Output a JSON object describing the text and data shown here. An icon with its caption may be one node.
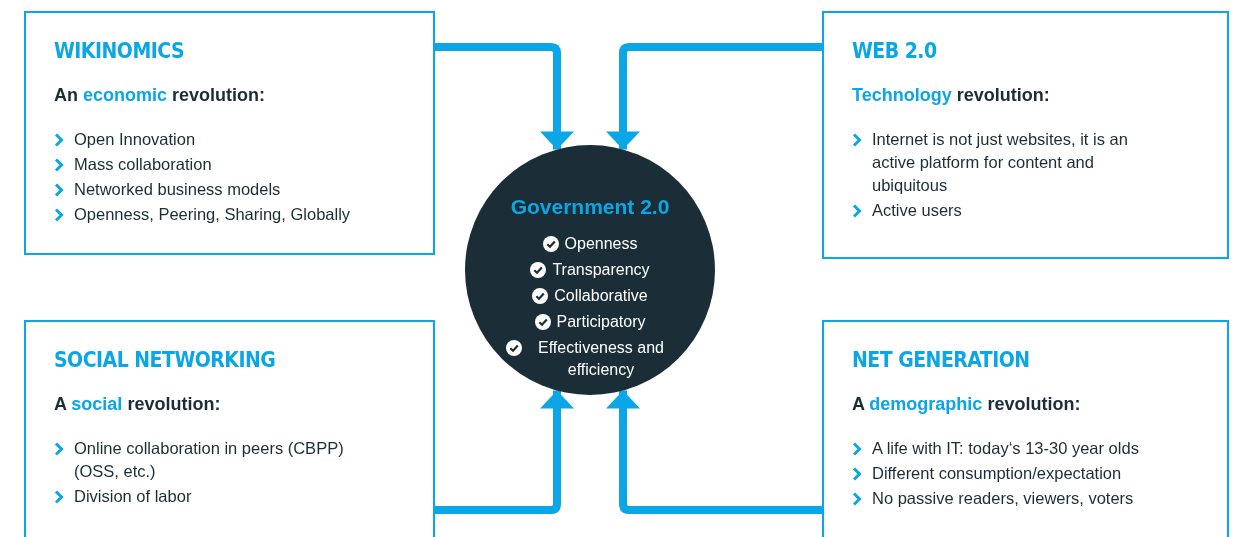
{
  "diagram": {
    "nodes": [
      {
        "text": [
          "WIKINOMICS",
          "An **economic** revolution:",
          "Open Innovation",
          "Mass collaboration",
          "Networked business models",
          "Openness, Peering, Sharing, Globally"
        ]
      },
      {
        "text": [
          "WEB 2.0",
          "**Technology** revolution:",
          "Internet is not just websites, it is an active platform for content and ubiquitous",
          "Active users"
        ]
      },
      {
        "text": [
          "Government 2.0",
          "Openness",
          "Transparency",
          "Collaborative",
          "Participatory",
          "Effectiveness and efficiency"
        ]
      },
      {
        "text": [
          "SOCIAL NETWORKING",
          "A **social** revolution:",
          "Online collaboration in peers (CBPP) (OSS, etc.)",
          "Division of labor"
        ]
      },
      {
        "text": [
          "NET GENERATION",
          "A **demographic** revolution:",
          "A life with IT: today‘s 13-30 year olds",
          "Different consumption/expectation",
          "No passive readers, viewers, voters"
        ]
      }
    ],
    "edges": [
      {
        "from": 0,
        "to": 2,
        "arrow": "to"
      },
      {
        "from": 1,
        "to": 2,
        "arrow": "to"
      },
      {
        "from": 3,
        "to": 2,
        "arrow": "to"
      },
      {
        "from": 4,
        "to": 2,
        "arrow": "to"
      }
    ]
  }
}
